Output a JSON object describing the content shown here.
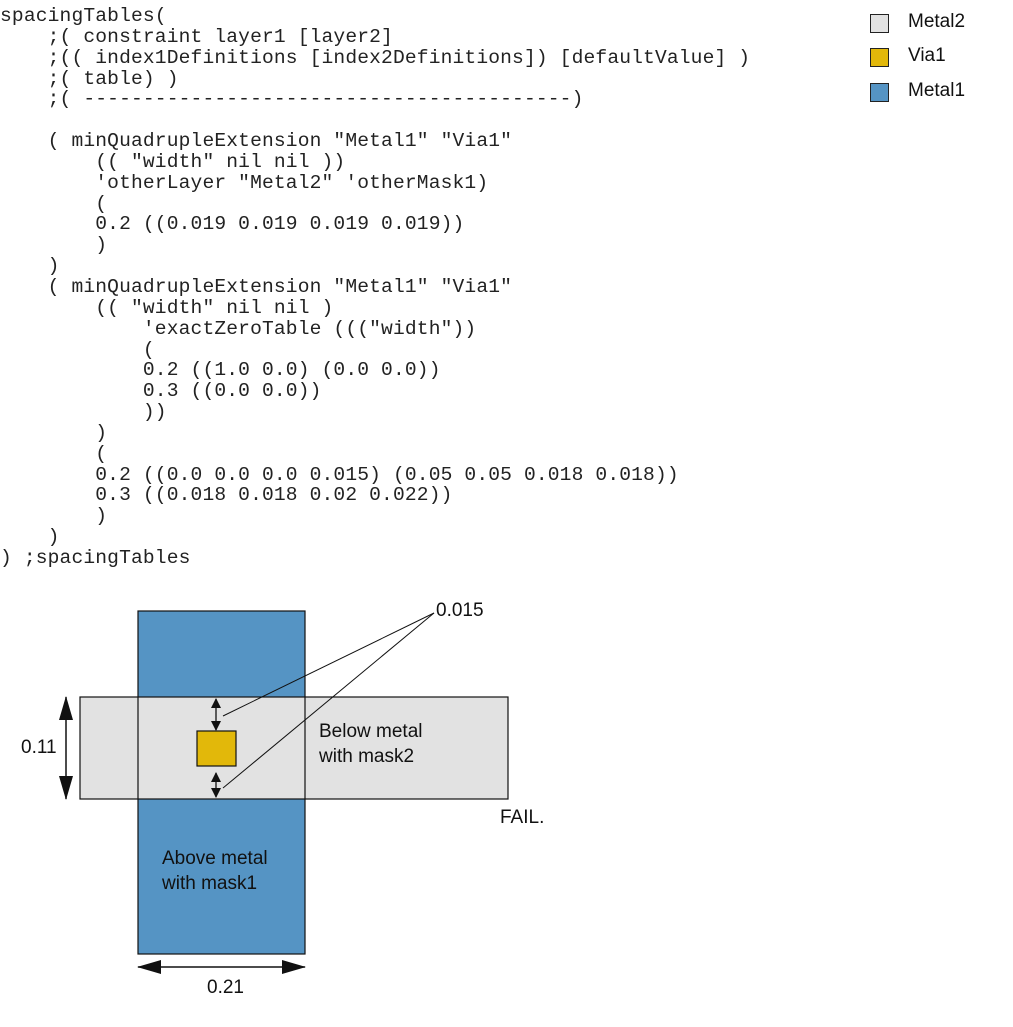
{
  "code": {
    "lines": [
      "spacingTables(",
      "    ;( constraint layer1 [layer2]",
      "    ;(( index1Definitions [index2Definitions]) [defaultValue] )",
      "    ;( table) )",
      "    ;( -----------------------------------------)",
      "",
      "    ( minQuadrupleExtension \"Metal1\" \"Via1\"",
      "        (( \"width\" nil nil ))",
      "        'otherLayer \"Metal2\" 'otherMask1)",
      "        (",
      "        0.2 ((0.019 0.019 0.019 0.019))",
      "        )",
      "    )",
      "    ( minQuadrupleExtension \"Metal1\" \"Via1\"",
      "        (( \"width\" nil nil )",
      "            'exactZeroTable (((\"width\"))",
      "            (",
      "            0.2 ((1.0 0.0) (0.0 0.0))",
      "            0.3 ((0.0 0.0))",
      "            ))",
      "        )",
      "        (",
      "        0.2 ((0.0 0.0 0.0 0.015) (0.05 0.05 0.018 0.018))",
      "        0.3 ((0.018 0.018 0.02 0.022))",
      "        )",
      "    )",
      ") ;spacingTables"
    ]
  },
  "legend": {
    "items": [
      {
        "label": "Metal2",
        "color": "#e2e2e2",
        "icon": "metal2-swatch-icon"
      },
      {
        "label": "Via1",
        "color": "#e2b80a",
        "icon": "via1-swatch-icon"
      },
      {
        "label": "Metal1",
        "color": "#5594c4",
        "icon": "metal1-swatch-icon"
      }
    ]
  },
  "diagram": {
    "colors": {
      "metal1": "#5594c4",
      "metal2": "#e2e2e2",
      "via1": "#e2b80a",
      "outline": "#111111"
    },
    "metal1_label_line1": "Above metal",
    "metal1_label_line2": "with mask1",
    "metal2_label_line1": "Below metal",
    "metal2_label_line2": "with mask2",
    "extension_label": "0.015",
    "metal2_width_label": "0.11",
    "metal1_width_label": "0.21",
    "result_label": "FAIL."
  }
}
